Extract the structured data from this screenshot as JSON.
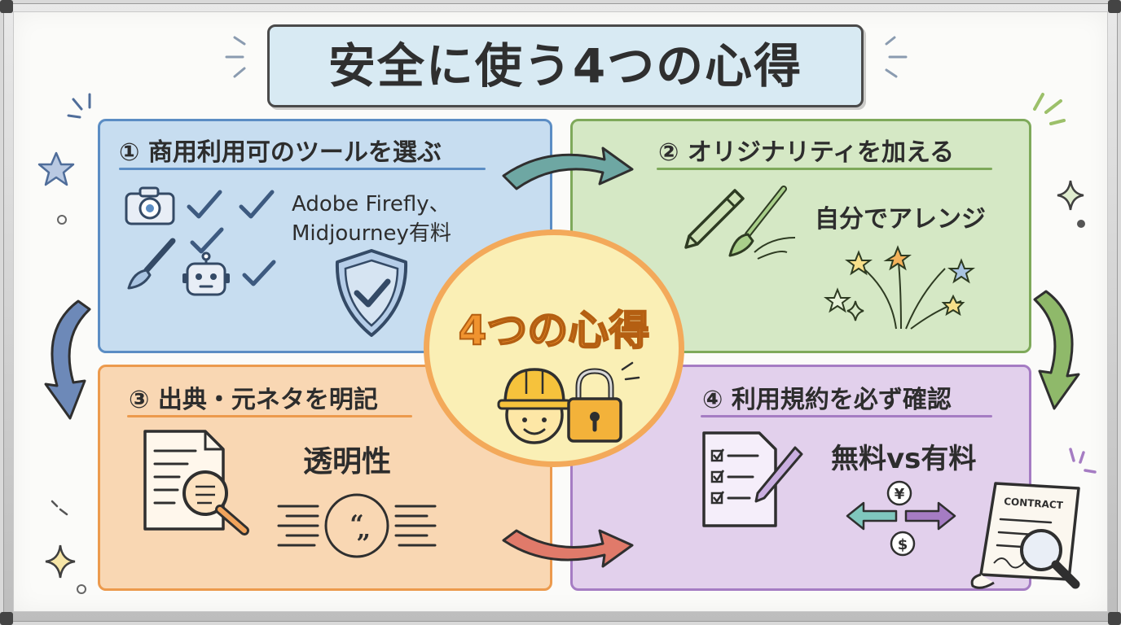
{
  "title": "安全に使う4つの心得",
  "center": {
    "label": "4つの心得"
  },
  "panels": [
    {
      "number": "①",
      "heading": "商用利用可のツールを選ぶ",
      "line1": "Adobe Firefly、",
      "line2": "Midjourney有料"
    },
    {
      "number": "②",
      "heading": "オリジナリティを加える",
      "line1": "自分でアレンジ"
    },
    {
      "number": "③",
      "heading": "出典・元ネタを明記",
      "line1": "透明性"
    },
    {
      "number": "④",
      "heading": "利用規約を必ず確認",
      "line1": "無料vs有料"
    }
  ],
  "document_label": "CONTRACT",
  "currency": {
    "yen": "¥",
    "dollar": "$"
  },
  "colors": {
    "blue": "#c7ddf0",
    "green": "#d5e8c5",
    "orange": "#f9d7b3",
    "purple": "#e2d0ec",
    "accent": "#f3a95a"
  },
  "icons": [
    "camera-icon",
    "check-icon",
    "brush-icon",
    "robot-icon",
    "shield-check-icon",
    "pencil-icon",
    "sparkles-icon",
    "document-magnifier-icon",
    "quote-icon",
    "checklist-icon",
    "exchange-icon",
    "contract-icon",
    "helmet-face-icon",
    "padlock-icon",
    "arrow-icon"
  ]
}
